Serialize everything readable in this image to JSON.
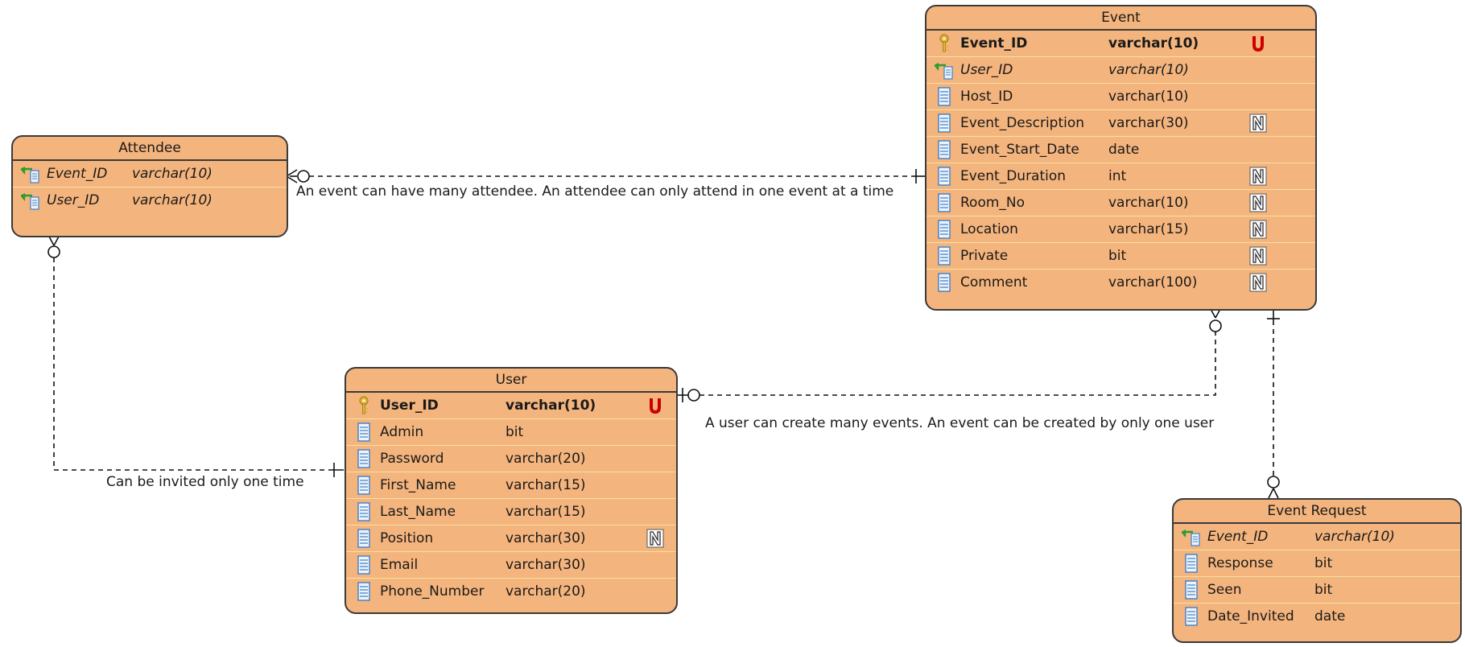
{
  "entities": {
    "attendee": {
      "title": "Attendee",
      "rows": [
        {
          "name": "Event_ID",
          "type": "varchar(10)",
          "kind": "fk",
          "icon": "foreign-key-icon"
        },
        {
          "name": "User_ID",
          "type": "varchar(10)",
          "kind": "fk",
          "icon": "foreign-key-icon"
        }
      ]
    },
    "event": {
      "title": "Event",
      "rows": [
        {
          "name": "Event_ID",
          "type": "varchar(10)",
          "kind": "pk",
          "icon": "primary-key-icon",
          "flag": "U"
        },
        {
          "name": "User_ID",
          "type": "varchar(10)",
          "kind": "fk",
          "icon": "foreign-key-icon"
        },
        {
          "name": "Host_ID",
          "type": "varchar(10)",
          "kind": "col",
          "icon": "column-icon"
        },
        {
          "name": "Event_Description",
          "type": "varchar(30)",
          "kind": "col",
          "icon": "column-icon",
          "flag": "N"
        },
        {
          "name": "Event_Start_Date",
          "type": "date",
          "kind": "col",
          "icon": "column-icon"
        },
        {
          "name": "Event_Duration",
          "type": "int",
          "kind": "col",
          "icon": "column-icon",
          "flag": "N"
        },
        {
          "name": "Room_No",
          "type": "varchar(10)",
          "kind": "col",
          "icon": "column-icon",
          "flag": "N"
        },
        {
          "name": "Location",
          "type": "varchar(15)",
          "kind": "col",
          "icon": "column-icon",
          "flag": "N"
        },
        {
          "name": "Private",
          "type": "bit",
          "kind": "col",
          "icon": "column-icon",
          "flag": "N"
        },
        {
          "name": "Comment",
          "type": "varchar(100)",
          "kind": "col",
          "icon": "column-icon",
          "flag": "N"
        }
      ]
    },
    "user": {
      "title": "User",
      "rows": [
        {
          "name": "User_ID",
          "type": "varchar(10)",
          "kind": "pk",
          "icon": "primary-key-icon",
          "flag": "U"
        },
        {
          "name": "Admin",
          "type": "bit",
          "kind": "col",
          "icon": "column-icon"
        },
        {
          "name": "Password",
          "type": "varchar(20)",
          "kind": "col",
          "icon": "column-icon"
        },
        {
          "name": "First_Name",
          "type": "varchar(15)",
          "kind": "col",
          "icon": "column-icon"
        },
        {
          "name": "Last_Name",
          "type": "varchar(15)",
          "kind": "col",
          "icon": "column-icon"
        },
        {
          "name": "Position",
          "type": "varchar(30)",
          "kind": "col",
          "icon": "column-icon",
          "flag": "N"
        },
        {
          "name": "Email",
          "type": "varchar(30)",
          "kind": "col",
          "icon": "column-icon"
        },
        {
          "name": "Phone_Number",
          "type": "varchar(20)",
          "kind": "col",
          "icon": "column-icon"
        }
      ]
    },
    "event_request": {
      "title": "Event Request",
      "rows": [
        {
          "name": "Event_ID",
          "type": "varchar(10)",
          "kind": "fk",
          "icon": "foreign-key-icon"
        },
        {
          "name": "Response",
          "type": "bit",
          "kind": "col",
          "icon": "column-icon"
        },
        {
          "name": "Seen",
          "type": "bit",
          "kind": "col",
          "icon": "column-icon"
        },
        {
          "name": "Date_Invited",
          "type": "date",
          "kind": "col",
          "icon": "column-icon"
        }
      ]
    }
  },
  "relationships": {
    "attendee_event": "An event can have many attendee. An attendee can only attend in one event at a time",
    "attendee_user": "Can be invited only one time",
    "user_event": "A user can create many events. An event can be created by only one user"
  },
  "colors": {
    "entity_fill": "#f4b47d",
    "row_separator": "#f7e2a0",
    "border": "#3a3a3a",
    "unique_flag": "#cc0000",
    "key_gold": "#e2b437",
    "column_blue": "#3f7fc8"
  }
}
